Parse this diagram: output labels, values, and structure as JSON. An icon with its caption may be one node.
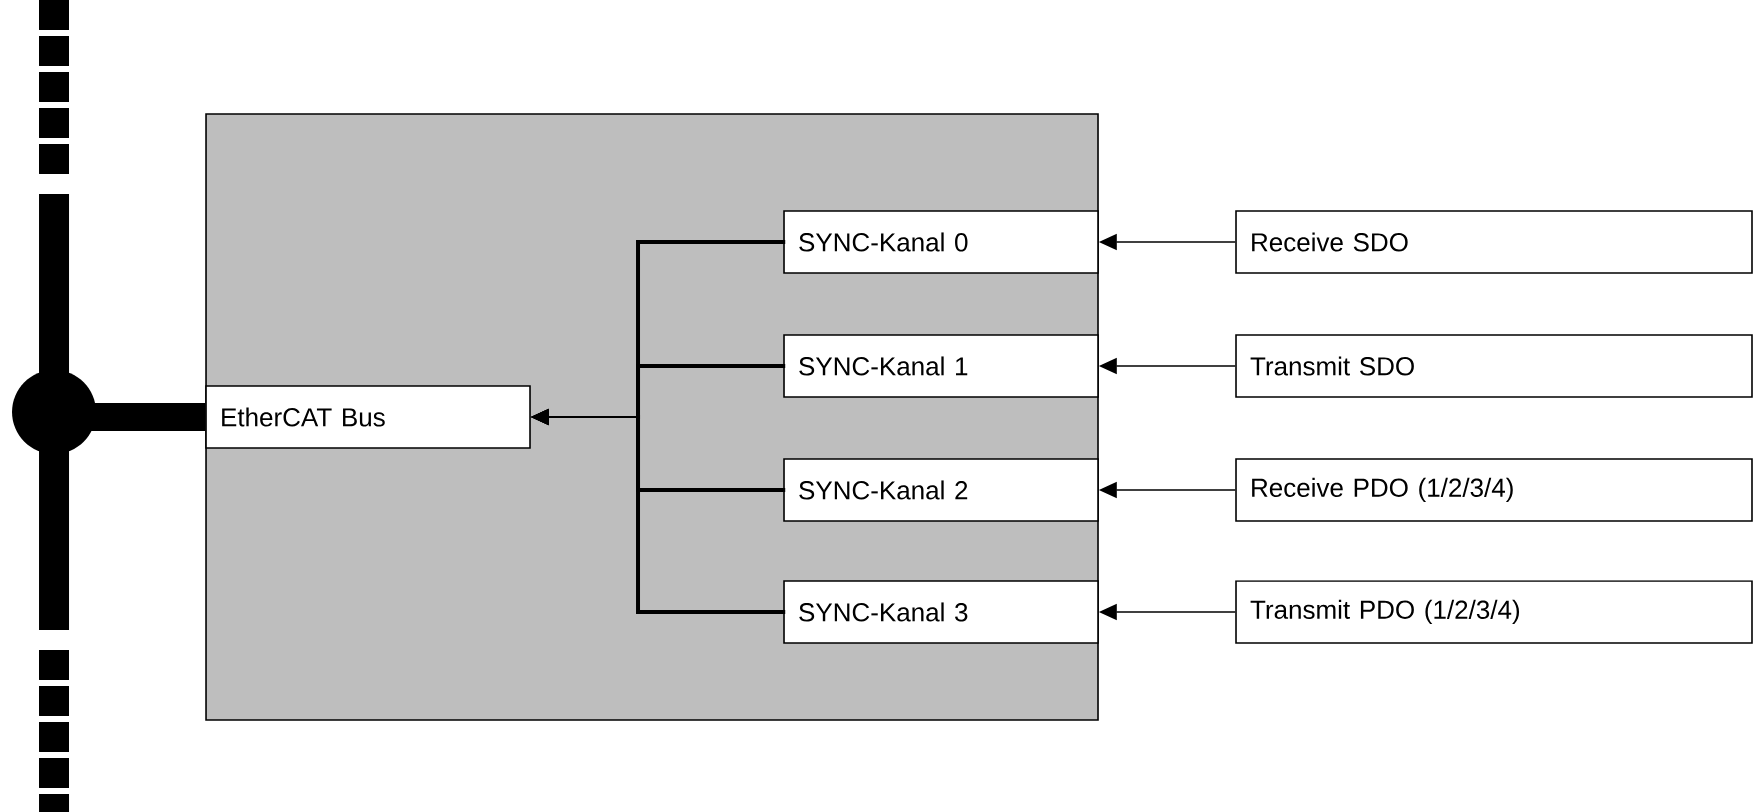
{
  "diagram": {
    "nodes": [
      {
        "text": [],
        "shape": "box"
      },
      {
        "text": [
          "EtherCAT Bus"
        ],
        "in": 0
      },
      {
        "text": [
          "SYNC-Kanal 0"
        ],
        "in": 0
      },
      {
        "text": [
          "SYNC-Kanal 1"
        ],
        "in": 0
      },
      {
        "text": [
          "SYNC-Kanal 2"
        ],
        "in": 0
      },
      {
        "text": [
          "SYNC-Kanal 3"
        ],
        "in": 0
      },
      {
        "text": [
          "Receive SDO"
        ]
      },
      {
        "text": [
          "Transmit SDO"
        ]
      },
      {
        "text": [
          "Receive PDO (1/2/3/4)"
        ]
      },
      {
        "text": [
          "Transmit PDO (1/2/3/4)"
        ]
      },
      {
        "text": [],
        "shape": "bar"
      }
    ],
    "edges": [
      {
        "from": 2,
        "to": 1,
        "arrow": "to"
      },
      {
        "from": 3,
        "to": 1,
        "arrow": "to"
      },
      {
        "from": 4,
        "to": 1,
        "arrow": "to"
      },
      {
        "from": 5,
        "to": 1,
        "arrow": "to"
      },
      {
        "from": 6,
        "to": 2,
        "arrow": "to"
      },
      {
        "from": 7,
        "to": 3,
        "arrow": "to"
      },
      {
        "from": 8,
        "to": 4,
        "arrow": "to"
      },
      {
        "from": 9,
        "to": 5,
        "arrow": "to"
      },
      {
        "from": 10,
        "to": 1,
        "arrow": "none",
        "style": "thick"
      }
    ]
  }
}
